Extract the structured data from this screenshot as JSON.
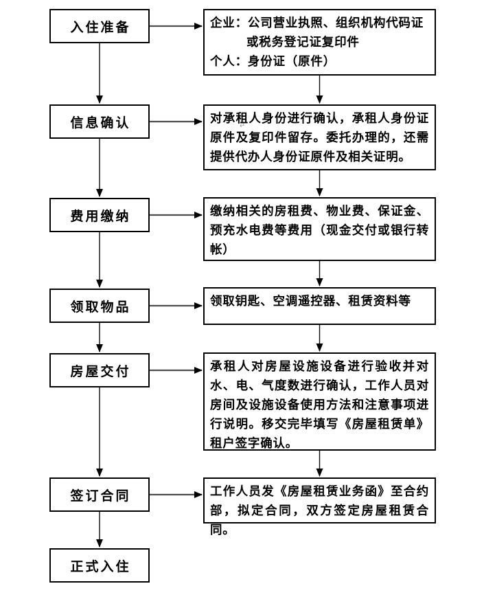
{
  "colors": {
    "background": "#ffffff",
    "box_border": "#000000",
    "text": "#000000",
    "vertical_arrow": "#0d0d0d",
    "horizontal_arrow": "#4d4d4d",
    "arrowhead": "#000000",
    "artifact_gray": "#9a9a9a"
  },
  "flowchart": {
    "steps": [
      {
        "label": "入住准备"
      },
      {
        "label": "信息确认"
      },
      {
        "label": "费用缴纳"
      },
      {
        "label": "领取物品"
      },
      {
        "label": "房屋交付"
      },
      {
        "label": "签订合同"
      },
      {
        "label": "正式入住"
      }
    ],
    "details": [
      {
        "for_step": "入住准备",
        "lines": [
          "企业：公司营业执照、组织机构代码证",
          "或税务登记证复印件",
          "个人：身份证（原件）"
        ]
      },
      {
        "for_step": "信息确认",
        "text": "对承租人身份进行确认，承租人身份证原件及复印件留存。委托办理的，还需提供代办人身份证原件及相关证明。"
      },
      {
        "for_step": "费用缴纳",
        "text": "缴纳相关的房租费、物业费、保证金、预充水电费等费用（现金交付或银行转帐）"
      },
      {
        "for_step": "领取物品",
        "text": "领取钥匙、空调遥控器、租赁资料等"
      },
      {
        "for_step": "房屋交付",
        "text": "承租人对房屋设施设备进行验收并对水、电、气度数进行确认，工作人员对房间及设施设备使用方法和注意事项进行说明。移交完毕填写《房屋租赁单》租户签字确认。"
      },
      {
        "for_step": "签订合同",
        "text": "工作人员发《房屋租赁业务函》至合约部，拟定合同，双方签定房屋租赁合同。"
      }
    ]
  },
  "artifacts": {
    "return_mark": "↵"
  }
}
